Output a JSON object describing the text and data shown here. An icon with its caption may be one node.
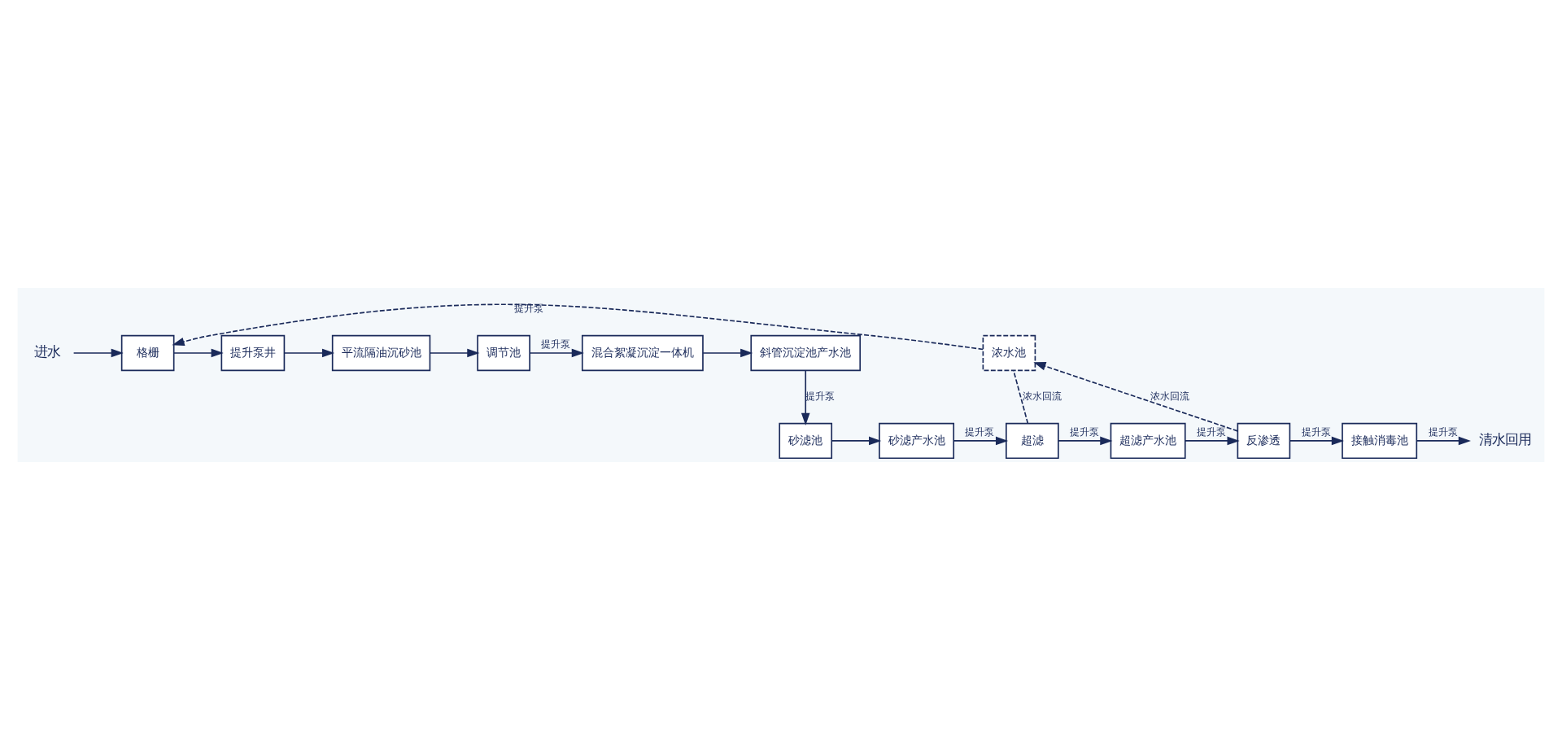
{
  "diagram": {
    "nodes": [
      {
        "text": [
          "进水"
        ]
      },
      {
        "text": [
          "格栅"
        ]
      },
      {
        "text": [
          "提升泵井"
        ]
      },
      {
        "text": [
          "平流隔油沉砂池"
        ]
      },
      {
        "text": [
          "调节池"
        ]
      },
      {
        "text": [
          "混合絮凝沉淀一体机"
        ]
      },
      {
        "text": [
          "斜管沉淀池产水池"
        ]
      },
      {
        "text": [
          "砂滤池"
        ]
      },
      {
        "text": [
          "砂滤产水池"
        ]
      },
      {
        "text": [
          "超滤"
        ]
      },
      {
        "text": [
          "超滤产水池"
        ]
      },
      {
        "text": [
          "反渗透"
        ]
      },
      {
        "text": [
          "接触消毒池"
        ]
      },
      {
        "text": [
          "清水回用"
        ]
      },
      {
        "text": [
          "浓水池"
        ]
      }
    ],
    "edges": [
      {
        "from": 0,
        "to": 1,
        "arrow": "to"
      },
      {
        "from": 1,
        "to": 2,
        "arrow": "to"
      },
      {
        "from": 2,
        "to": 3,
        "arrow": "to"
      },
      {
        "from": 3,
        "to": 4,
        "arrow": "to"
      },
      {
        "from": 4,
        "to": 5,
        "arrow": "to",
        "label": "提升泵"
      },
      {
        "from": 5,
        "to": 6,
        "arrow": "to"
      },
      {
        "from": 6,
        "to": 7,
        "arrow": "to",
        "label": "提升泵"
      },
      {
        "from": 7,
        "to": 8,
        "arrow": "to"
      },
      {
        "from": 8,
        "to": 9,
        "arrow": "to",
        "label": "提升泵"
      },
      {
        "from": 9,
        "to": 10,
        "arrow": "to",
        "label": "提升泵"
      },
      {
        "from": 10,
        "to": 11,
        "arrow": "to",
        "label": "提升泵"
      },
      {
        "from": 11,
        "to": 12,
        "arrow": "to",
        "label": "提升泵"
      },
      {
        "from": 12,
        "to": 13,
        "arrow": "to",
        "label": "提升泵"
      },
      {
        "from": 9,
        "to": 14,
        "arrow": "none",
        "label": "浓水回流",
        "style": "dashed"
      },
      {
        "from": 11,
        "to": 14,
        "arrow": "to",
        "label": "浓水回流",
        "style": "dashed"
      },
      {
        "from": 14,
        "to": 1,
        "arrow": "to",
        "label": "提升泵",
        "style": "dashed"
      }
    ]
  }
}
